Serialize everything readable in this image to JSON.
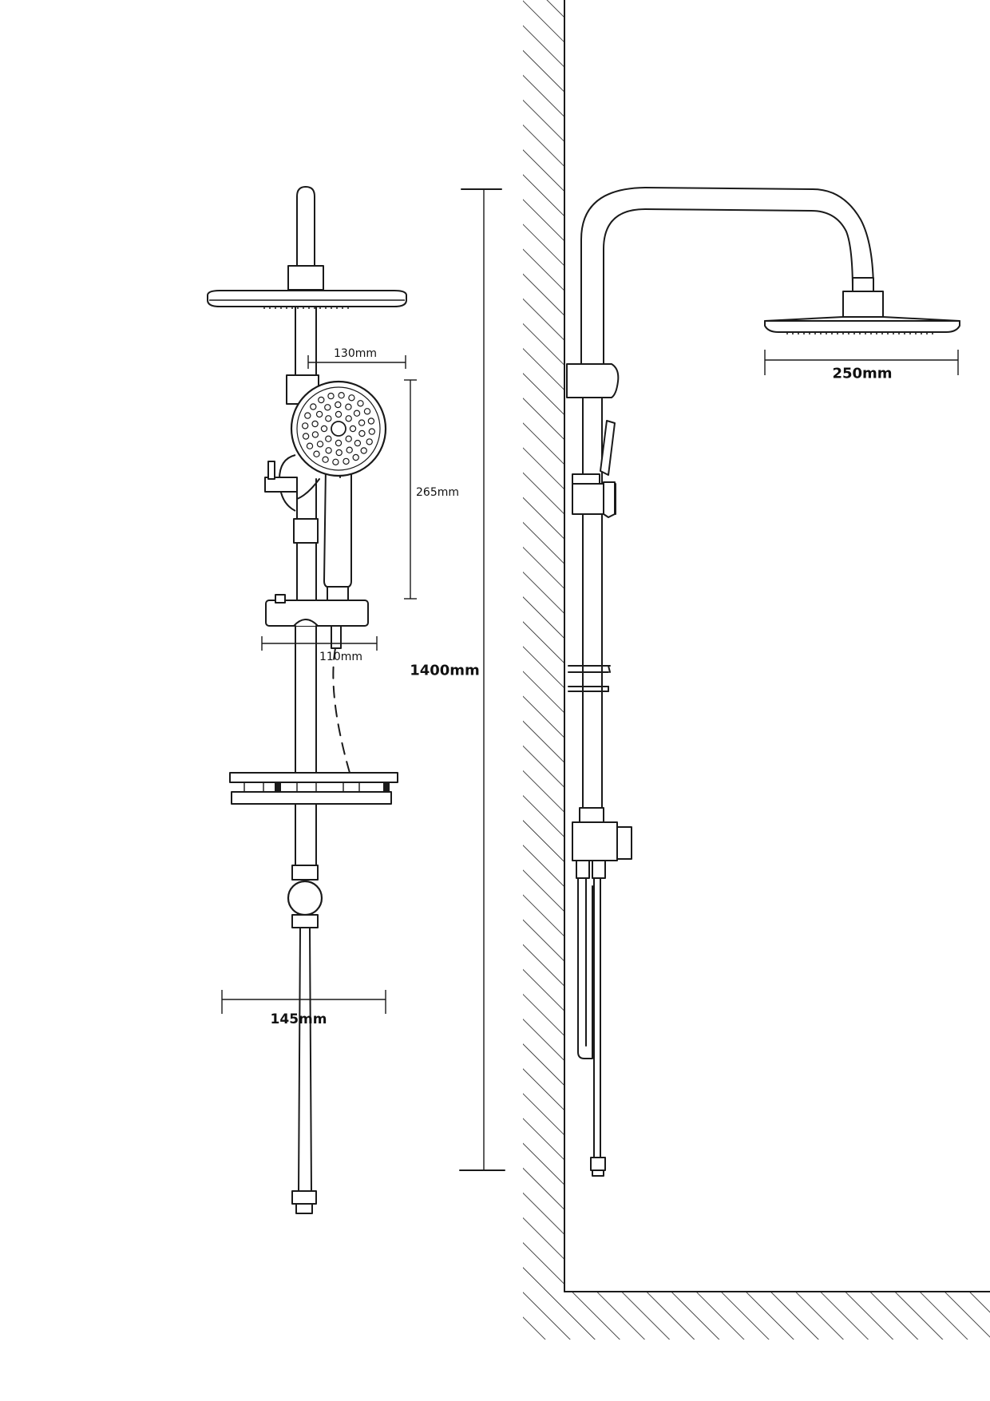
{
  "dimensions": {
    "rain_head_offset": "130mm",
    "hand_shower_length": "265mm",
    "holder_width": "110mm",
    "total_height": "1400mm",
    "base_width": "145mm",
    "rain_head_diameter": "250mm"
  },
  "colors": {
    "line": "#1a1a1a",
    "background": "#ffffff"
  }
}
